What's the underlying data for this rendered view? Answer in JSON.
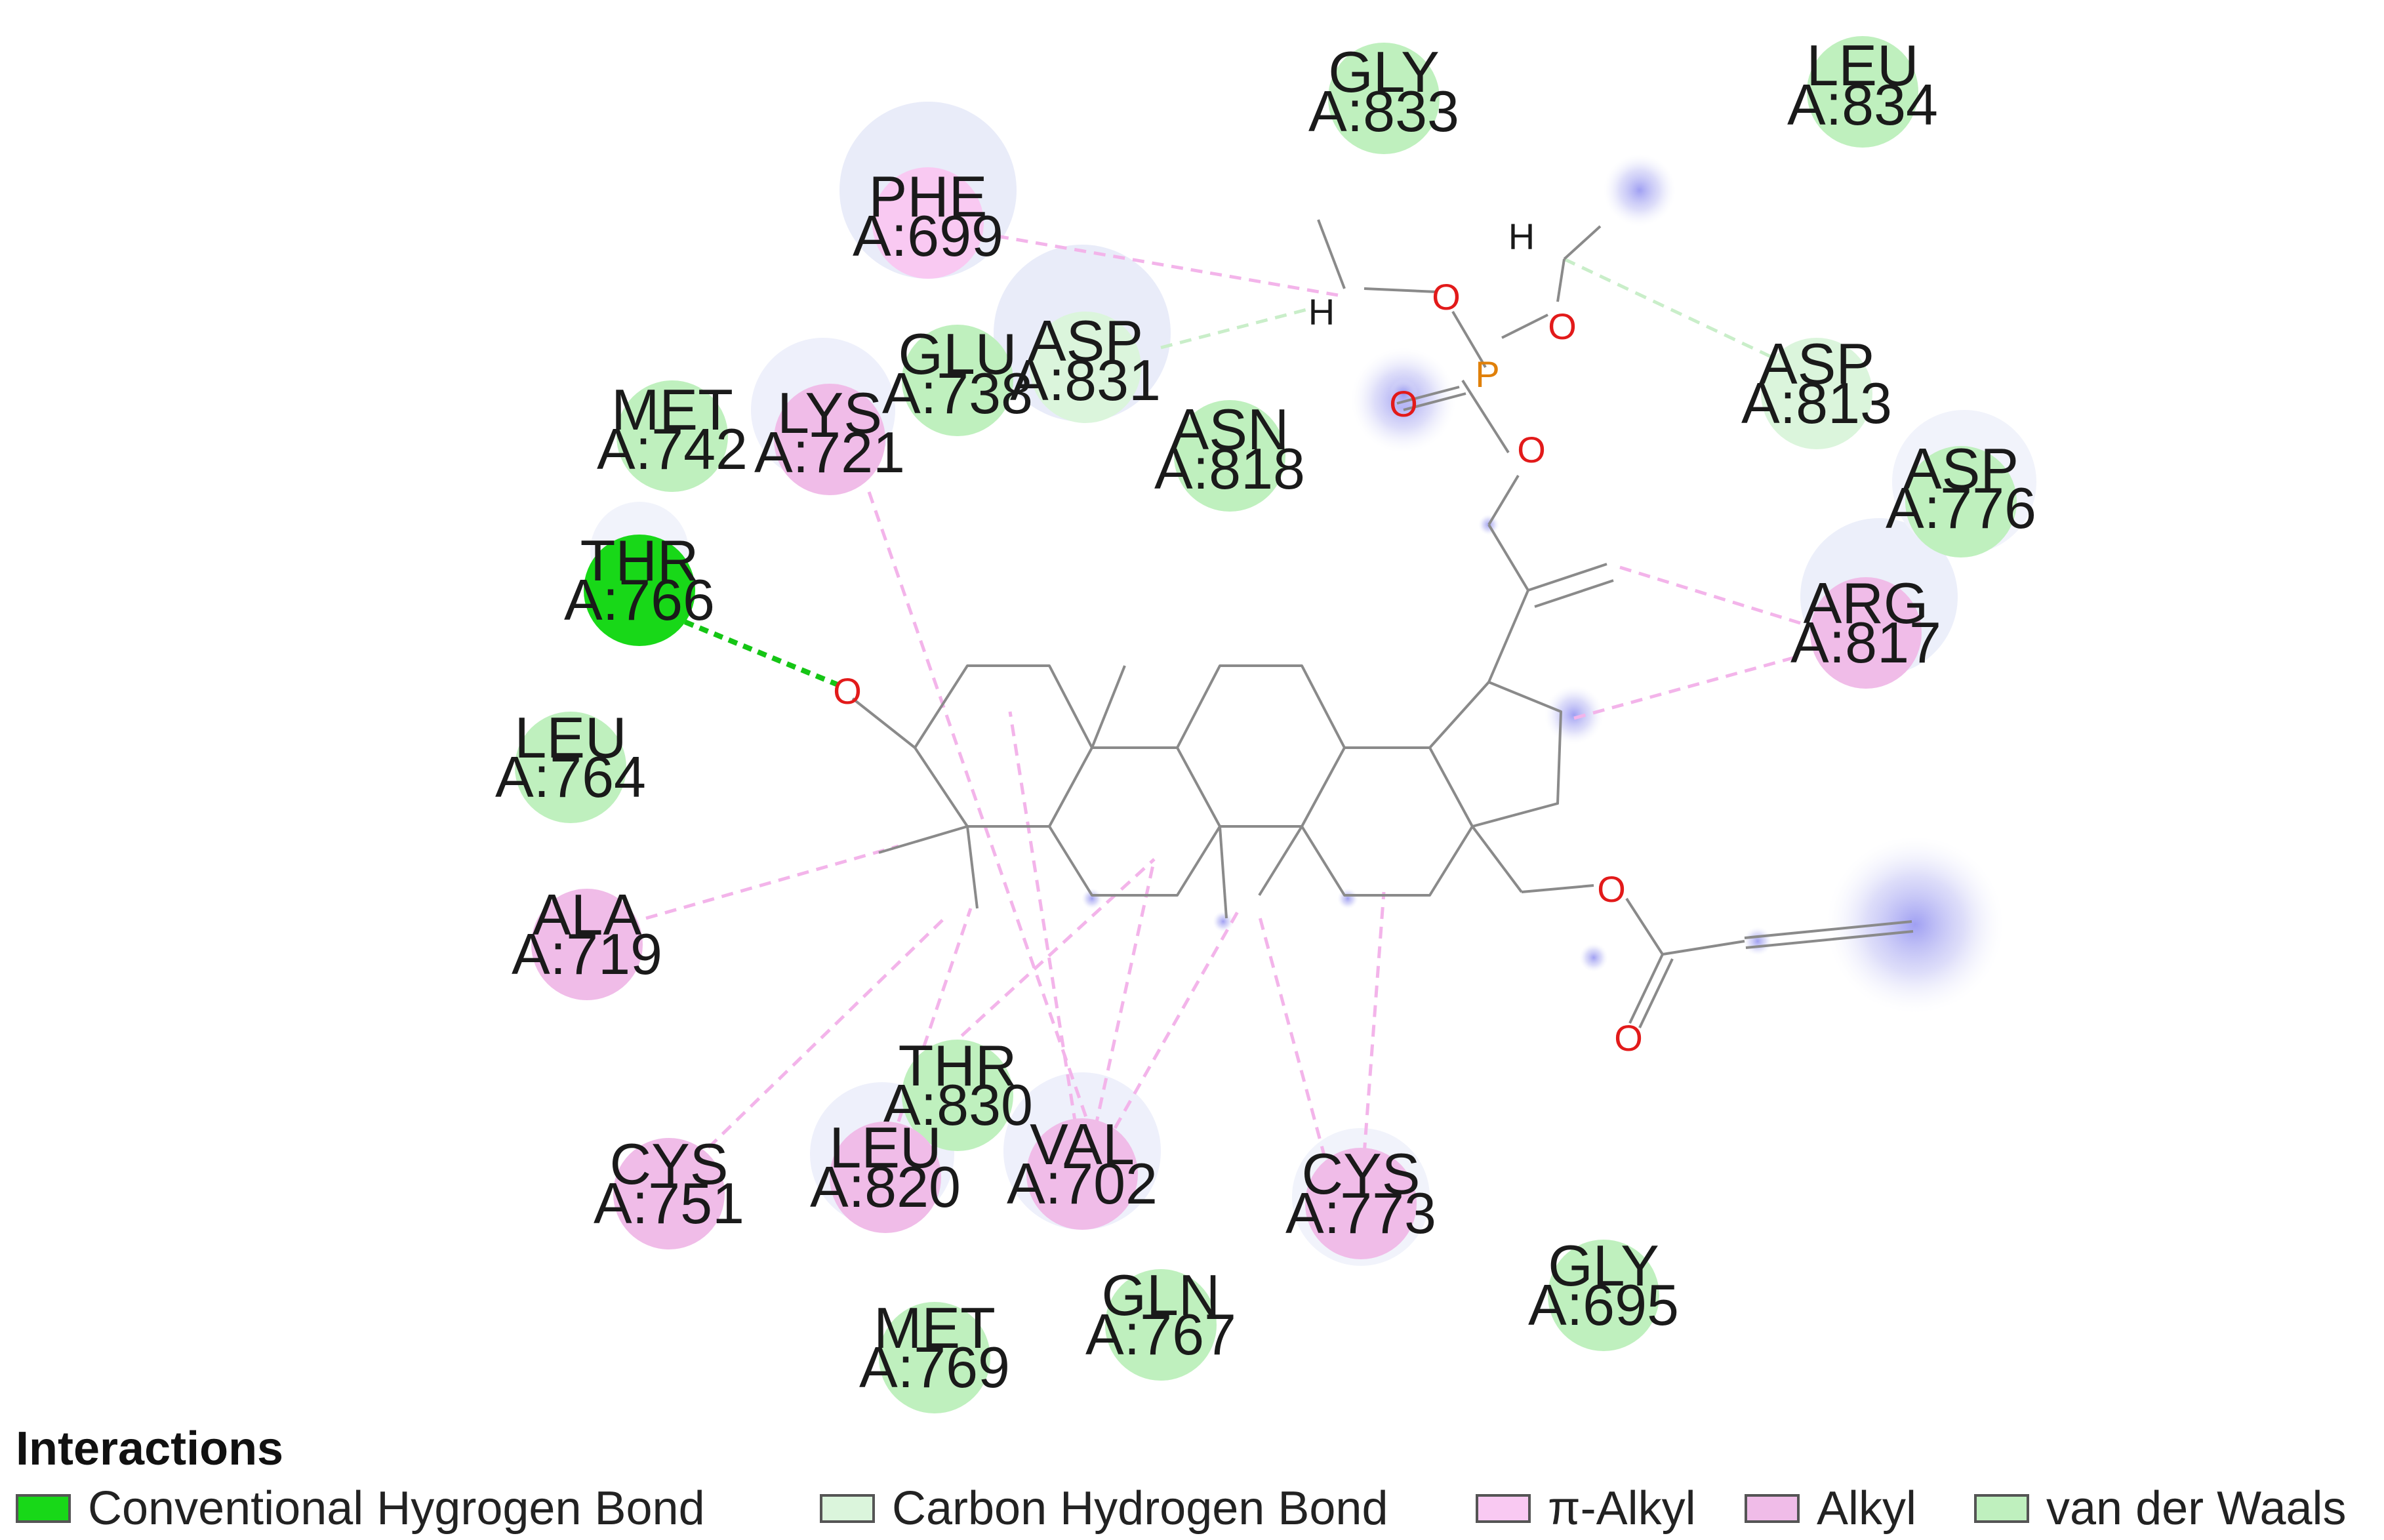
{
  "colors": {
    "conventional_hbond": "#18d818",
    "carbon_hbond": "#dbf5dc",
    "pi_alkyl": "#f9c9f2",
    "alkyl": "#f0bce8",
    "vdw": "#bff0be",
    "solvent_halo": "#e9ecf9"
  },
  "residues": [
    {
      "id": "gly833",
      "name": "GLY",
      "num": "A:833",
      "type": "vdw"
    },
    {
      "id": "leu834",
      "name": "LEU",
      "num": "A:834",
      "type": "vdw"
    },
    {
      "id": "phe699",
      "name": "PHE",
      "num": "A:699",
      "type": "pi_alkyl"
    },
    {
      "id": "glu738",
      "name": "GLU",
      "num": "A:738",
      "type": "vdw"
    },
    {
      "id": "asp831",
      "name": "ASP",
      "num": "A:831",
      "type": "carbon_hbond"
    },
    {
      "id": "asp813",
      "name": "ASP",
      "num": "A:813",
      "type": "carbon_hbond"
    },
    {
      "id": "met742",
      "name": "MET",
      "num": "A:742",
      "type": "vdw"
    },
    {
      "id": "lys721",
      "name": "LYS",
      "num": "A:721",
      "type": "alkyl"
    },
    {
      "id": "asn818",
      "name": "ASN",
      "num": "A:818",
      "type": "vdw"
    },
    {
      "id": "asp776",
      "name": "ASP",
      "num": "A:776",
      "type": "vdw"
    },
    {
      "id": "thr766",
      "name": "THR",
      "num": "A:766",
      "type": "conventional_hbond"
    },
    {
      "id": "arg817",
      "name": "ARG",
      "num": "A:817",
      "type": "alkyl"
    },
    {
      "id": "leu764",
      "name": "LEU",
      "num": "A:764",
      "type": "vdw"
    },
    {
      "id": "ala719",
      "name": "ALA",
      "num": "A:719",
      "type": "alkyl"
    },
    {
      "id": "thr830",
      "name": "THR",
      "num": "A:830",
      "type": "vdw"
    },
    {
      "id": "cys751",
      "name": "CYS",
      "num": "A:751",
      "type": "alkyl"
    },
    {
      "id": "leu820",
      "name": "LEU",
      "num": "A:820",
      "type": "alkyl"
    },
    {
      "id": "val702",
      "name": "VAL",
      "num": "A:702",
      "type": "alkyl"
    },
    {
      "id": "cys773",
      "name": "CYS",
      "num": "A:773",
      "type": "alkyl"
    },
    {
      "id": "gly695",
      "name": "GLY",
      "num": "A:695",
      "type": "vdw"
    },
    {
      "id": "gln767",
      "name": "GLN",
      "num": "A:767",
      "type": "vdw"
    },
    {
      "id": "met769",
      "name": "MET",
      "num": "A:769",
      "type": "vdw"
    }
  ],
  "atoms": {
    "oxygen": "O",
    "phosphorus": "P",
    "hydrogen": "H"
  },
  "legend": {
    "title": "Interactions",
    "items": [
      {
        "label": "Conventional Hygrogen Bond",
        "type": "conventional_hbond"
      },
      {
        "label": "Carbon Hydrogen Bond",
        "type": "carbon_hbond"
      },
      {
        "label": "π-Alkyl",
        "type": "pi_alkyl"
      },
      {
        "label": "Alkyl",
        "type": "alkyl"
      },
      {
        "label": "van der Waals",
        "type": "vdw"
      }
    ]
  }
}
